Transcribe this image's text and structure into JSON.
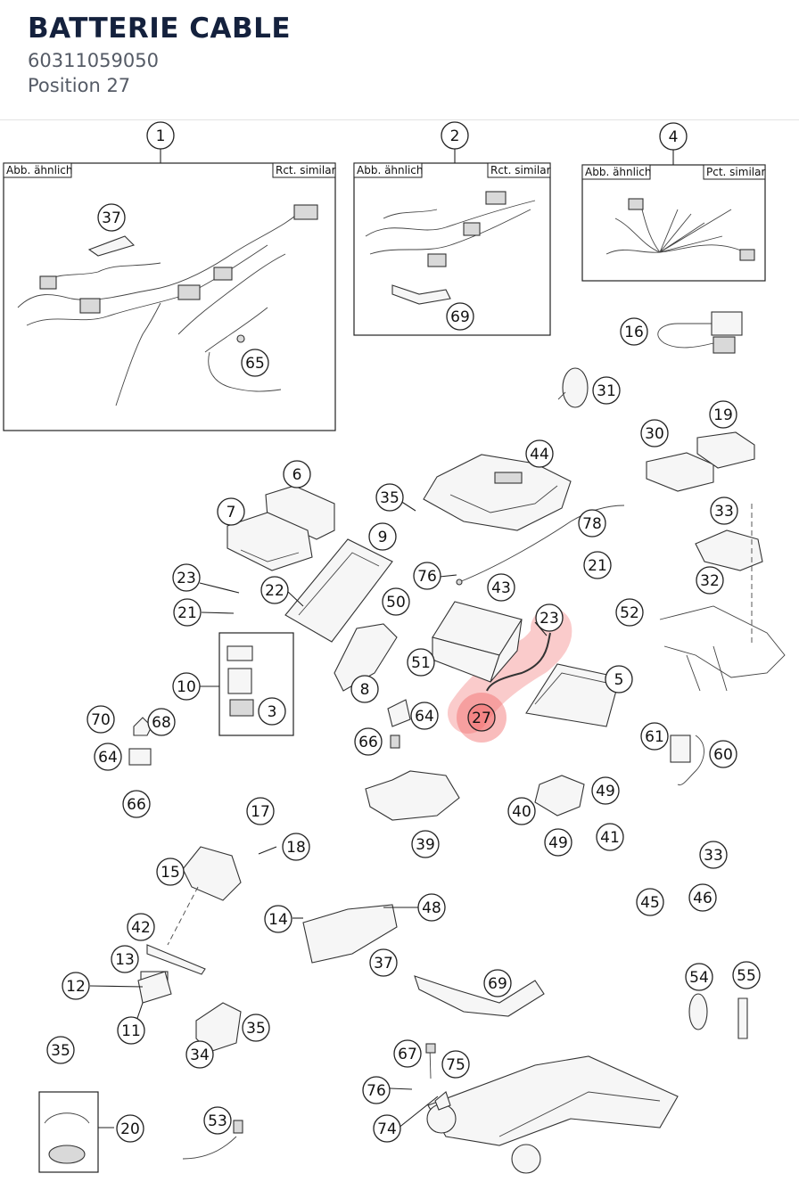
{
  "header": {
    "title": "BATTERIE CABLE",
    "part_number": "60311059050",
    "position": "Position 27"
  },
  "diagram": {
    "highlight_color": "#f26b6b",
    "highlighted_callout": "27",
    "frame_tags": {
      "f1_left": "Abb. ähnlich",
      "f1_right": "Rct. similar",
      "f2_left": "Abb. ähnlich",
      "f2_right": "Rct. similar",
      "f3_left": "Abb. ähnlich",
      "f3_right": "Pct. similar"
    },
    "callouts": [
      {
        "id": "c1",
        "label": "1"
      },
      {
        "id": "c2",
        "label": "2"
      },
      {
        "id": "c4",
        "label": "4"
      },
      {
        "id": "c37a",
        "label": "37"
      },
      {
        "id": "c65",
        "label": "65"
      },
      {
        "id": "c69a",
        "label": "69"
      },
      {
        "id": "c16",
        "label": "16"
      },
      {
        "id": "c31",
        "label": "31"
      },
      {
        "id": "c19",
        "label": "19"
      },
      {
        "id": "c30",
        "label": "30"
      },
      {
        "id": "c6",
        "label": "6"
      },
      {
        "id": "c44",
        "label": "44"
      },
      {
        "id": "c35a",
        "label": "35"
      },
      {
        "id": "c7",
        "label": "7"
      },
      {
        "id": "c78",
        "label": "78"
      },
      {
        "id": "c33a",
        "label": "33"
      },
      {
        "id": "c9",
        "label": "9"
      },
      {
        "id": "c76a",
        "label": "76"
      },
      {
        "id": "c21a",
        "label": "21"
      },
      {
        "id": "c32",
        "label": "32"
      },
      {
        "id": "c23a",
        "label": "23"
      },
      {
        "id": "c22",
        "label": "22"
      },
      {
        "id": "c43",
        "label": "43"
      },
      {
        "id": "c50",
        "label": "50"
      },
      {
        "id": "c21b",
        "label": "21"
      },
      {
        "id": "c52",
        "label": "52"
      },
      {
        "id": "c23b",
        "label": "23"
      },
      {
        "id": "c51",
        "label": "51"
      },
      {
        "id": "c10",
        "label": "10"
      },
      {
        "id": "c5",
        "label": "5"
      },
      {
        "id": "c8",
        "label": "8"
      },
      {
        "id": "c3",
        "label": "3"
      },
      {
        "id": "c70",
        "label": "70"
      },
      {
        "id": "c68",
        "label": "68"
      },
      {
        "id": "c64a",
        "label": "64"
      },
      {
        "id": "c27",
        "label": "27"
      },
      {
        "id": "c66a",
        "label": "66"
      },
      {
        "id": "c61",
        "label": "61"
      },
      {
        "id": "c64b",
        "label": "64"
      },
      {
        "id": "c60",
        "label": "60"
      },
      {
        "id": "c66b",
        "label": "66"
      },
      {
        "id": "c49a",
        "label": "49"
      },
      {
        "id": "c40",
        "label": "40"
      },
      {
        "id": "c17",
        "label": "17"
      },
      {
        "id": "c39",
        "label": "39"
      },
      {
        "id": "c49b",
        "label": "49"
      },
      {
        "id": "c41",
        "label": "41"
      },
      {
        "id": "c18",
        "label": "18"
      },
      {
        "id": "c33b",
        "label": "33"
      },
      {
        "id": "c15",
        "label": "15"
      },
      {
        "id": "c46",
        "label": "46"
      },
      {
        "id": "c45",
        "label": "45"
      },
      {
        "id": "c48",
        "label": "48"
      },
      {
        "id": "c14",
        "label": "14"
      },
      {
        "id": "c42",
        "label": "42"
      },
      {
        "id": "c37b",
        "label": "37"
      },
      {
        "id": "c13",
        "label": "13"
      },
      {
        "id": "c54",
        "label": "54"
      },
      {
        "id": "c55",
        "label": "55"
      },
      {
        "id": "c69b",
        "label": "69"
      },
      {
        "id": "c12",
        "label": "12"
      },
      {
        "id": "c11",
        "label": "11"
      },
      {
        "id": "c35b",
        "label": "35"
      },
      {
        "id": "c34",
        "label": "34"
      },
      {
        "id": "c35c",
        "label": "35"
      },
      {
        "id": "c67",
        "label": "67"
      },
      {
        "id": "c75",
        "label": "75"
      },
      {
        "id": "c76b",
        "label": "76"
      },
      {
        "id": "c53",
        "label": "53"
      },
      {
        "id": "c20",
        "label": "20"
      },
      {
        "id": "c74",
        "label": "74"
      }
    ]
  }
}
